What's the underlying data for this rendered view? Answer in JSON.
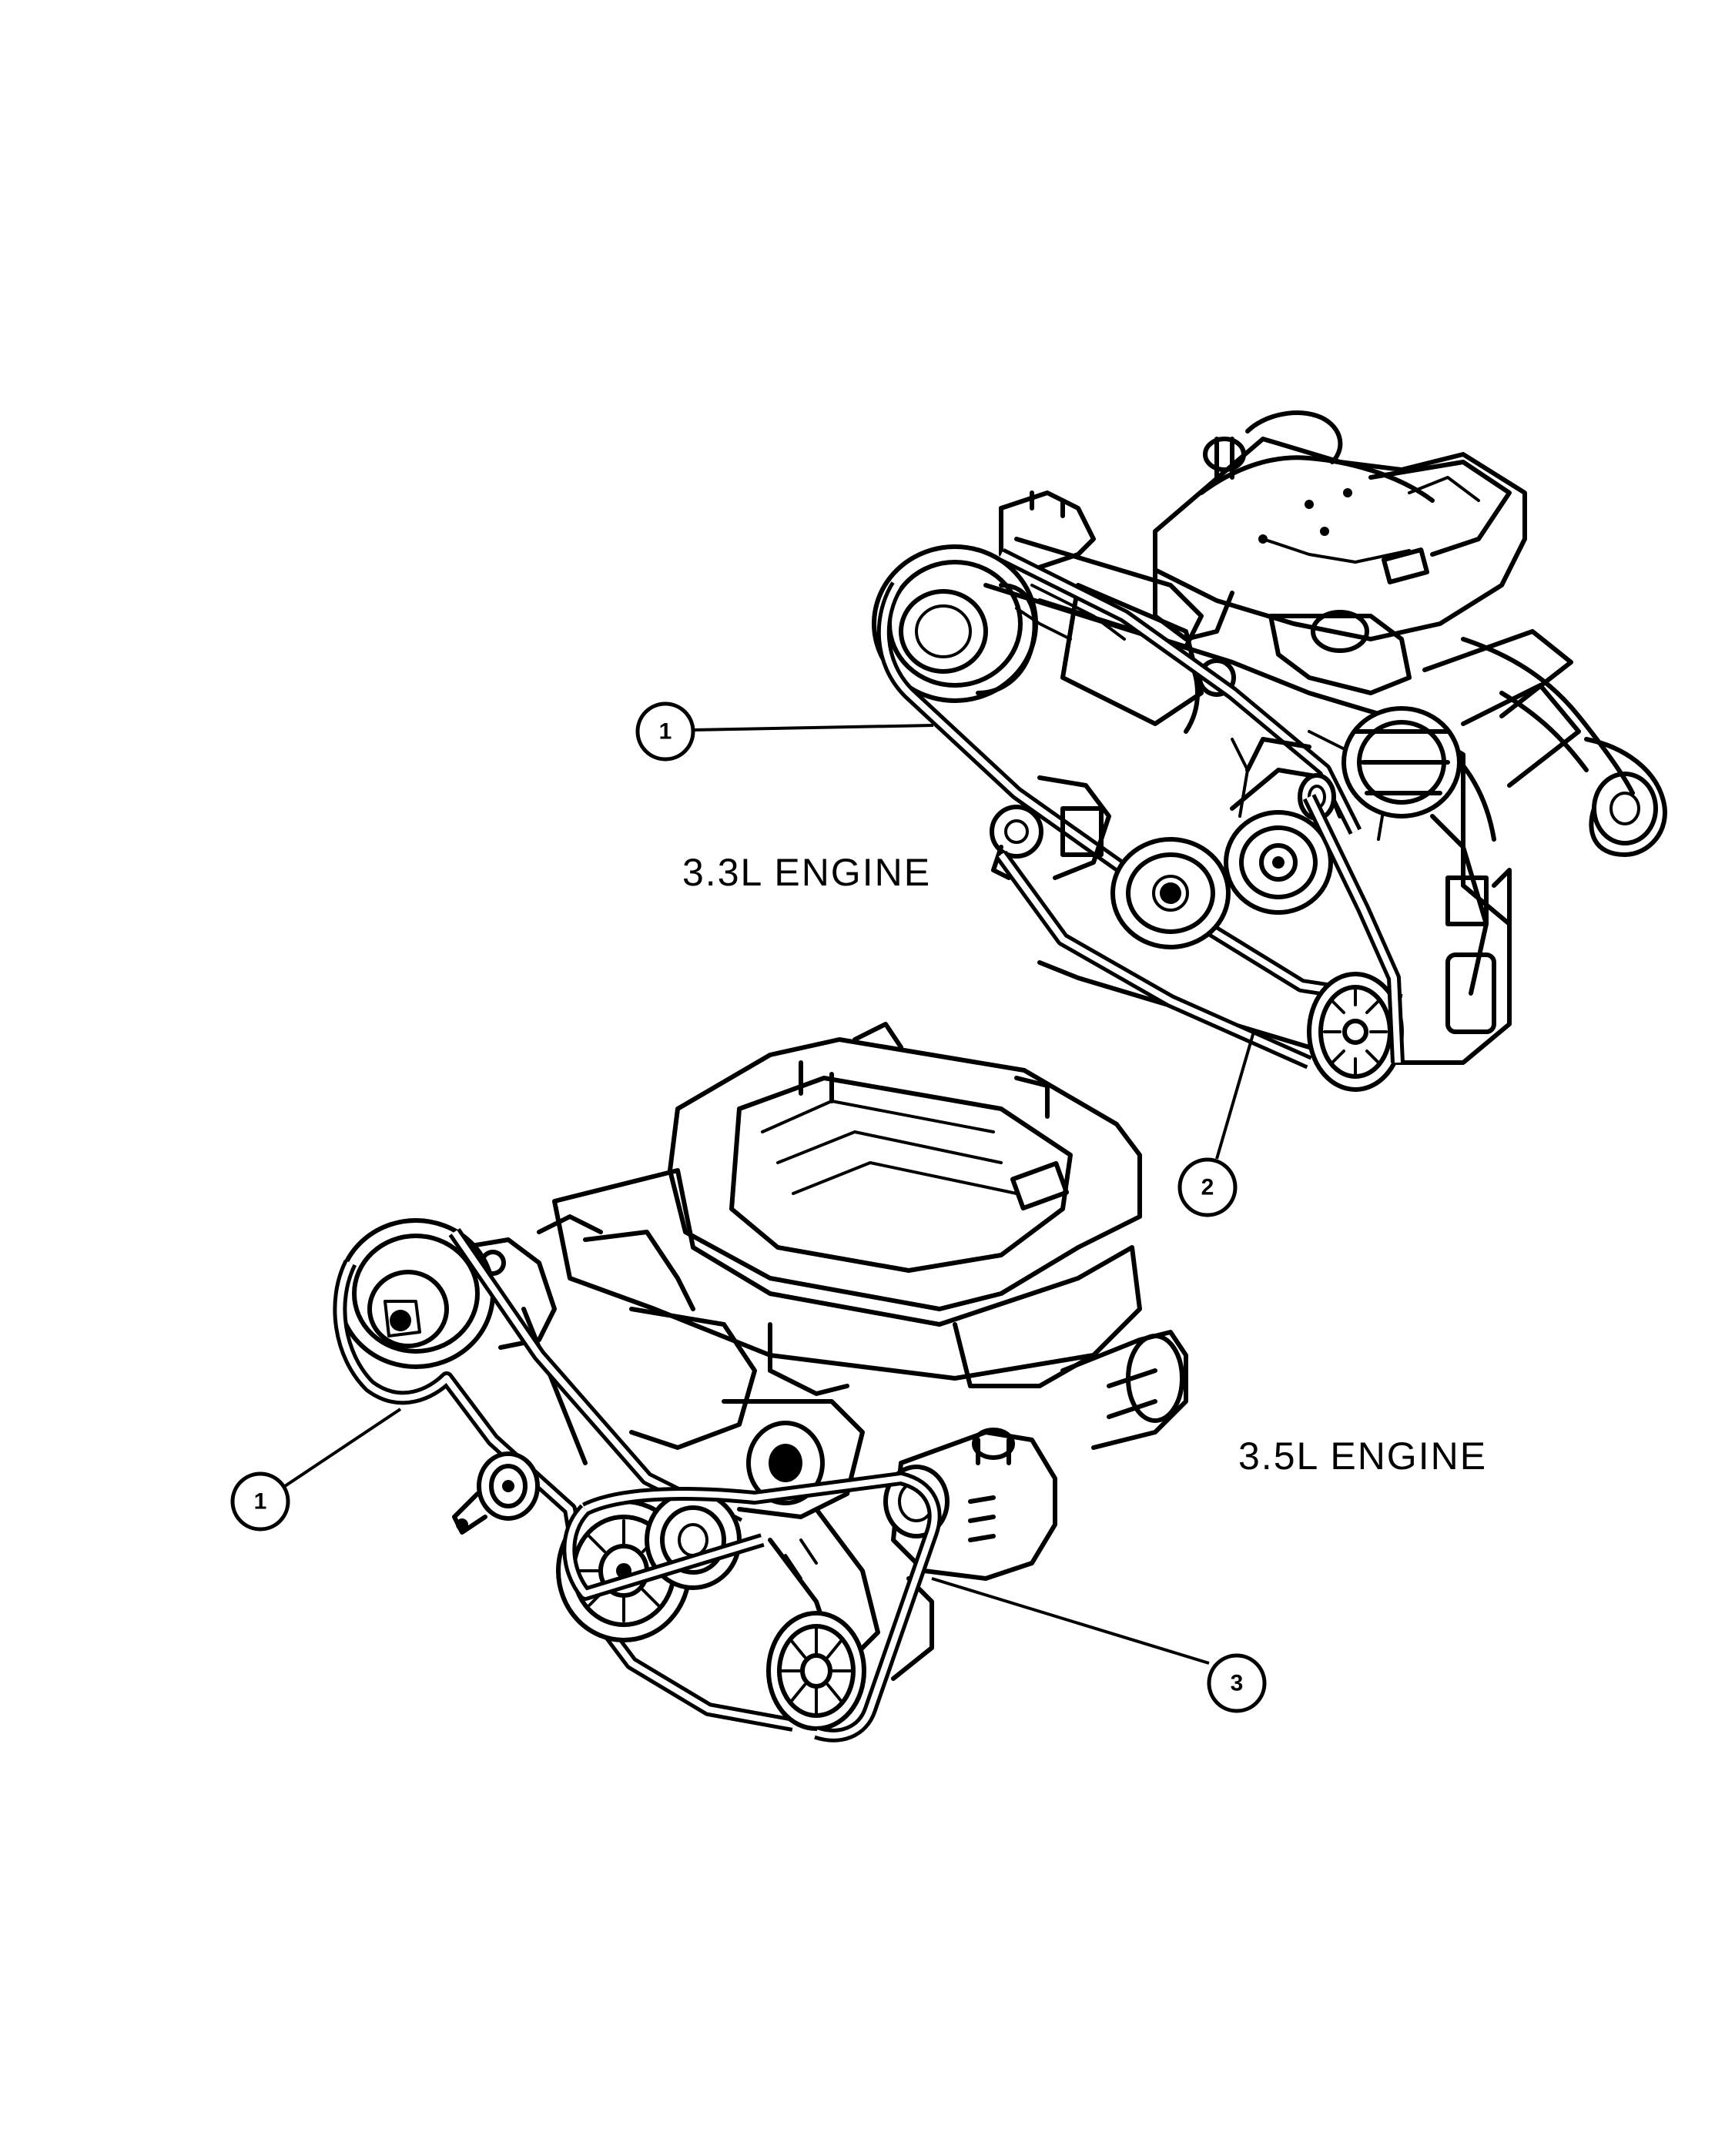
{
  "labels": {
    "engine_33": "3.3L  ENGINE",
    "engine_35": "3.5L  ENGINE"
  },
  "callouts": [
    {
      "id": "callout-1-upper",
      "number": "1"
    },
    {
      "id": "callout-2",
      "number": "2"
    },
    {
      "id": "callout-1-lower",
      "number": "1"
    },
    {
      "id": "callout-3",
      "number": "3"
    }
  ]
}
